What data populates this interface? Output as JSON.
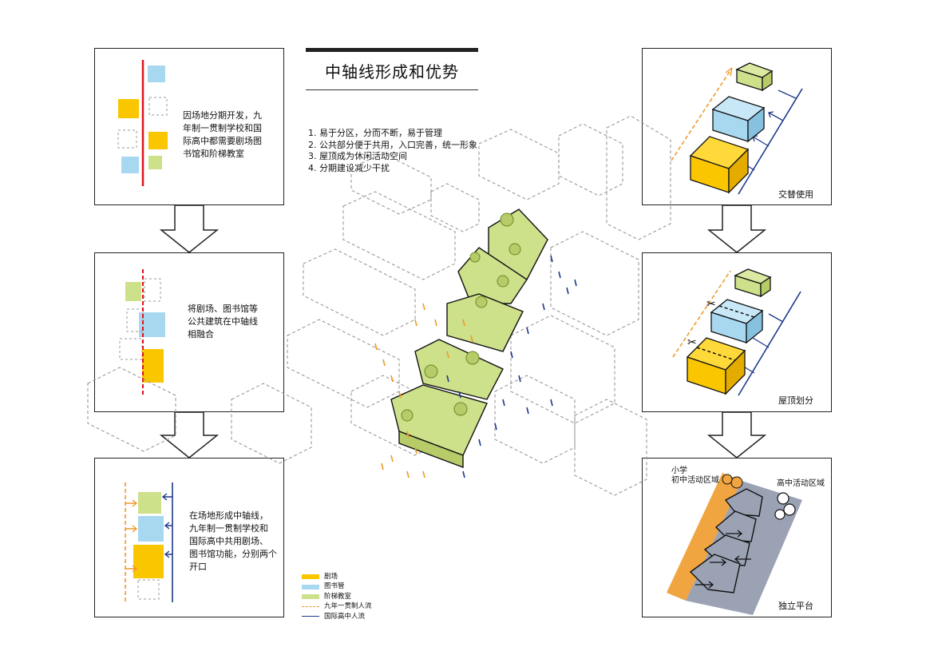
{
  "title": "中轴线形成和优势",
  "points": [
    "1. 易于分区，分而不断，易于管理",
    "2. 公共部分便于共用，入口完善，统一形象",
    "3. 屋顶成为休闲活动空间",
    "4. 分期建设减少干扰"
  ],
  "left_panels": [
    {
      "text_lines": [
        "因场地分期开发，九",
        "年制一贯制学校和国",
        "际高中都需要剧场图",
        "书馆和阶梯教室"
      ]
    },
    {
      "text_lines": [
        "将剧场、图书馆等",
        "公共建筑在中轴线",
        "相融合"
      ]
    },
    {
      "text_lines": [
        "在场地形成中轴线，",
        "九年制一贯制学校和",
        "国际高中共用剧场、",
        "图书馆功能，分别两个",
        "开口"
      ]
    }
  ],
  "right_panels": [
    {
      "label": "交替使用"
    },
    {
      "label": "屋顶划分"
    },
    {
      "label": "独立平台",
      "zone_left_lines": [
        "小学",
        "初中活动区域"
      ],
      "zone_right": "高中活动区域"
    }
  ],
  "legend": [
    {
      "label": "剧场",
      "kind": "fill",
      "color": "#f9c600"
    },
    {
      "label": "图书管",
      "kind": "fill",
      "color": "#a8d8f0"
    },
    {
      "label": "阶梯教室",
      "kind": "fill",
      "color": "#cde08a"
    },
    {
      "label": "九年一贯制人流",
      "kind": "dash",
      "color": "#f09a28"
    },
    {
      "label": "国际高中人流",
      "kind": "line",
      "color": "#1e3a8a"
    }
  ],
  "colors": {
    "theater": "#f9c600",
    "library": "#a8d8f0",
    "classroom": "#cde08a",
    "axis_red": "#e1121c",
    "flow_orange": "#f09a28",
    "flow_blue": "#1e3a8a",
    "zone_orange": "#f0a540",
    "zone_grey": "#9aa2b4"
  }
}
